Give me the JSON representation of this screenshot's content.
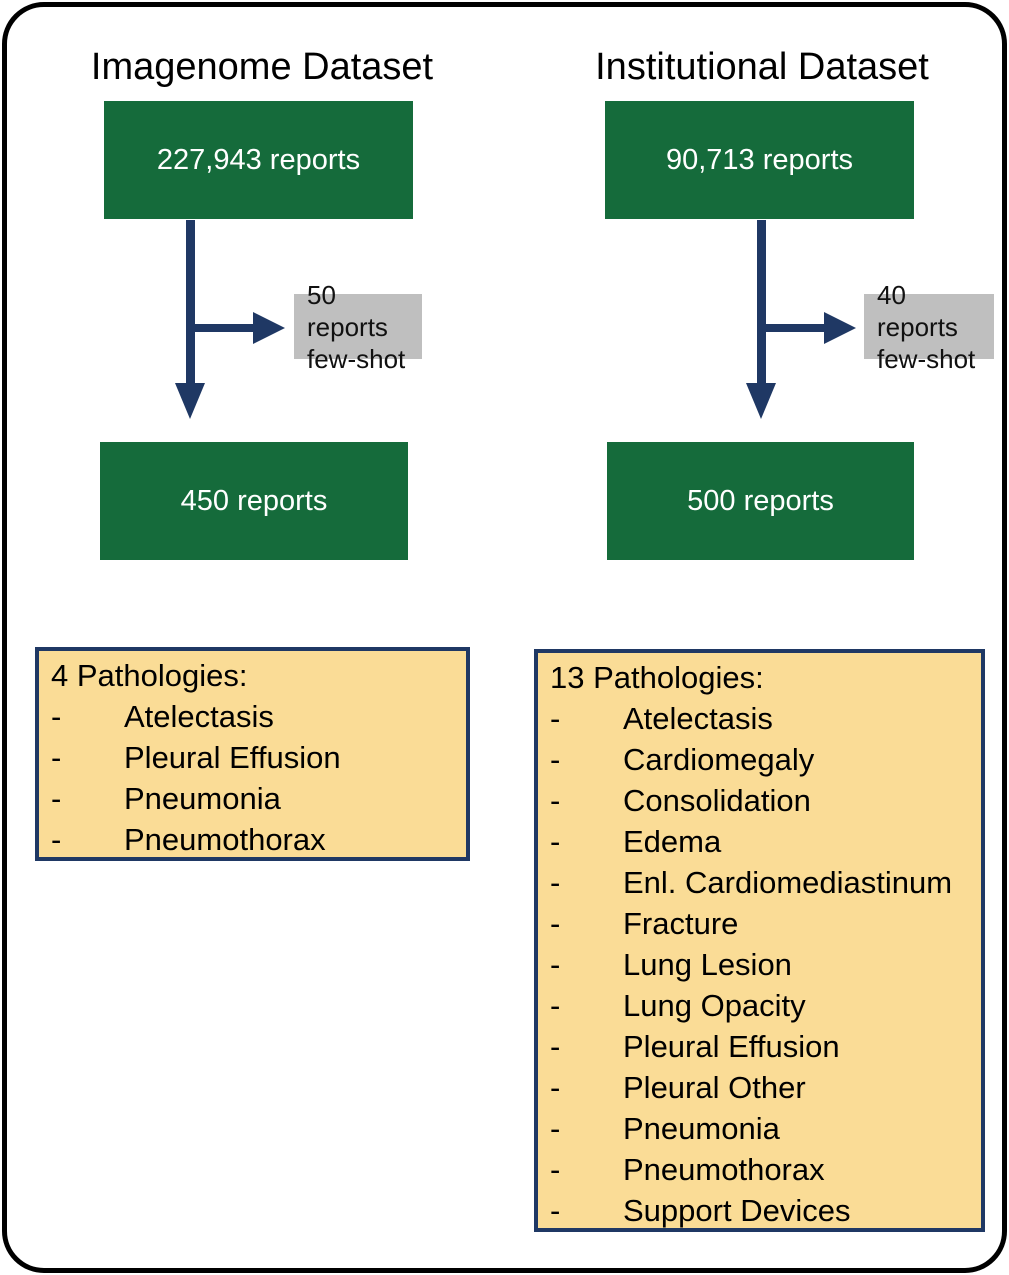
{
  "dash": "-",
  "colors": {
    "box_green": "#156B3B",
    "arrow_navy": "#1F3864",
    "fewshot_gray": "#BFBFBF",
    "pathology_yellow": "#FADC96",
    "pathology_border_navy": "#1F3864",
    "frame_black": "#000000",
    "box_text_white": "#FFFFFF"
  },
  "columns": [
    {
      "title": "Imagenome Dataset",
      "source_reports": "227,943 reports",
      "fewshot": {
        "line1": "50 reports",
        "line2": "few-shot"
      },
      "sampled_reports": "450 reports",
      "pathologies_header": "4 Pathologies:",
      "pathologies": [
        "Atelectasis",
        "Pleural Effusion",
        "Pneumonia",
        "Pneumothorax"
      ]
    },
    {
      "title": "Institutional Dataset",
      "source_reports": "90,713 reports",
      "fewshot": {
        "line1": "40 reports",
        "line2": "few-shot"
      },
      "sampled_reports": "500 reports",
      "pathologies_header": "13 Pathologies:",
      "pathologies": [
        "Atelectasis",
        "Cardiomegaly",
        "Consolidation",
        "Edema",
        "Enl. Cardiomediastinum",
        "Fracture",
        "Lung Lesion",
        "Lung Opacity",
        "Pleural Effusion",
        "Pleural Other",
        "Pneumonia",
        "Pneumothorax",
        "Support Devices"
      ]
    }
  ]
}
